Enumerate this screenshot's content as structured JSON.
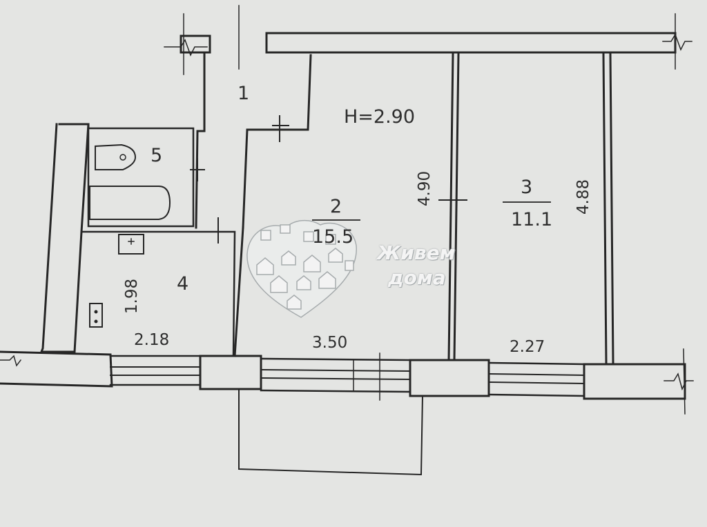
{
  "floorplan": {
    "ceiling_height": "H=2.90",
    "rooms": [
      {
        "number": "1",
        "area": ""
      },
      {
        "number": "2",
        "area": "15.5"
      },
      {
        "number": "3",
        "area": "11.1"
      },
      {
        "number": "4",
        "area": ""
      },
      {
        "number": "5",
        "area": ""
      }
    ],
    "dimensions": {
      "kitchen_depth": "1.98",
      "kitchen_width": "2.18",
      "living_width": "3.50",
      "living_depth": "4.90",
      "bedroom_width": "2.27",
      "bedroom_depth": "4.88"
    }
  },
  "watermark": {
    "line1": "Живем",
    "line2": "дома"
  },
  "colors": {
    "paper": "#e4e5e3",
    "ink": "#2e2e2e",
    "watermark": "#f4f4f4"
  }
}
